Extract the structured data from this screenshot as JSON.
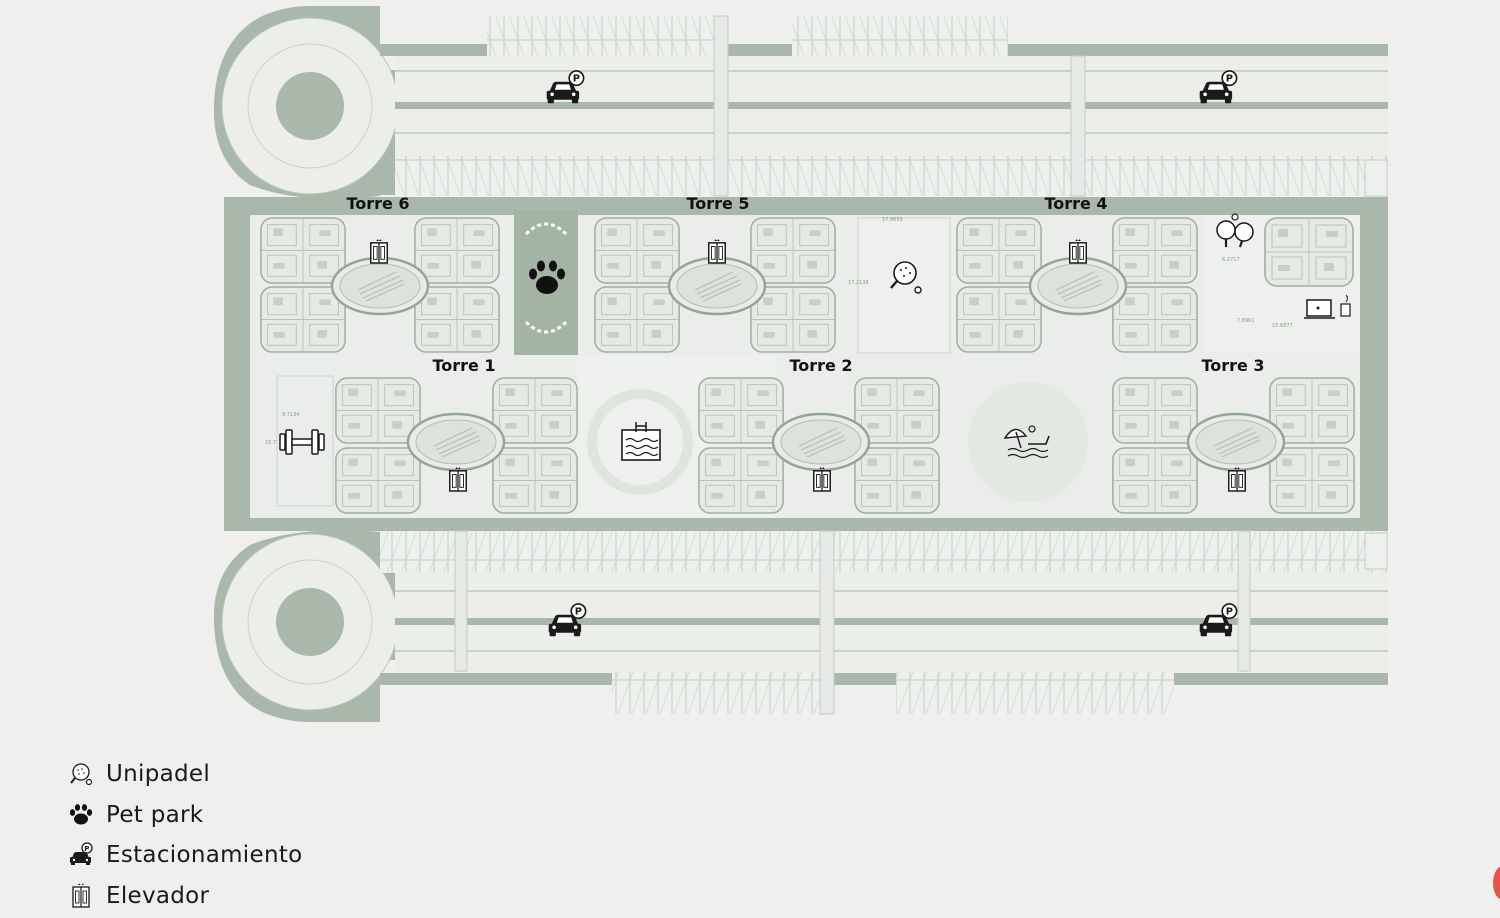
{
  "towers": [
    {
      "id": "torre-6",
      "label": "Torre 6"
    },
    {
      "id": "torre-5",
      "label": "Torre 5"
    },
    {
      "id": "torre-4",
      "label": "Torre 4"
    },
    {
      "id": "torre-1",
      "label": "Torre 1"
    },
    {
      "id": "torre-2",
      "label": "Torre 2"
    },
    {
      "id": "torre-3",
      "label": "Torre 3"
    }
  ],
  "legend": [
    {
      "icon": "unipadel-icon",
      "label": "Unipadel"
    },
    {
      "icon": "paw-icon",
      "label": "Pet park"
    },
    {
      "icon": "parking-icon",
      "label": "Estacionamiento"
    },
    {
      "icon": "elevator-icon",
      "label": "Elevador"
    }
  ],
  "dimensions": [
    "17.8659",
    "17.2138",
    "6.2717",
    "7.8961",
    "15.6877",
    "9.7134",
    "15.7"
  ],
  "colors": {
    "background": "#efefee",
    "sage": "#a7b6a8",
    "sage_dark": "#99ab9b",
    "plan_fill": "#e9ebe7",
    "line": "#b5c2b6",
    "icon": "#1a1a1a",
    "accent_red": "#e25548"
  }
}
